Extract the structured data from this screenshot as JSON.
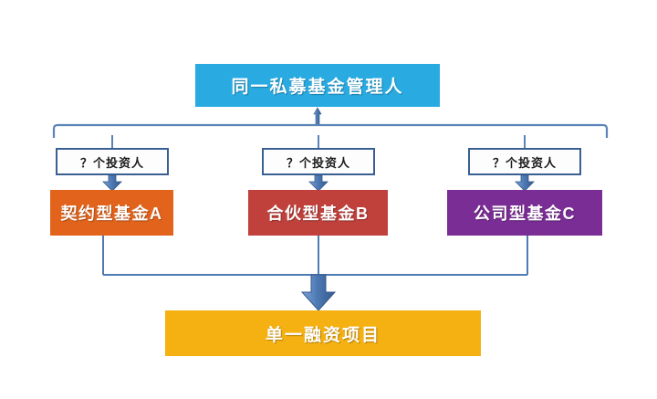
{
  "diagram": {
    "title_node": {
      "label": "同一私募基金管理人",
      "color": "#29ABE2"
    },
    "investor_labels": [
      {
        "label": "？个投资人"
      },
      {
        "label": "？个投资人"
      },
      {
        "label": "？个投资人"
      }
    ],
    "funds": [
      {
        "label": "契约型基金A",
        "color": "#E2641C"
      },
      {
        "label": "合伙型基金B",
        "color": "#C0413C"
      },
      {
        "label": "公司型基金C",
        "color": "#7B2D96"
      }
    ],
    "project_node": {
      "label": "单一融资项目",
      "color": "#F5B011"
    },
    "connector_color": "#4E7AB5",
    "bracket_color": "#5B83B8"
  }
}
